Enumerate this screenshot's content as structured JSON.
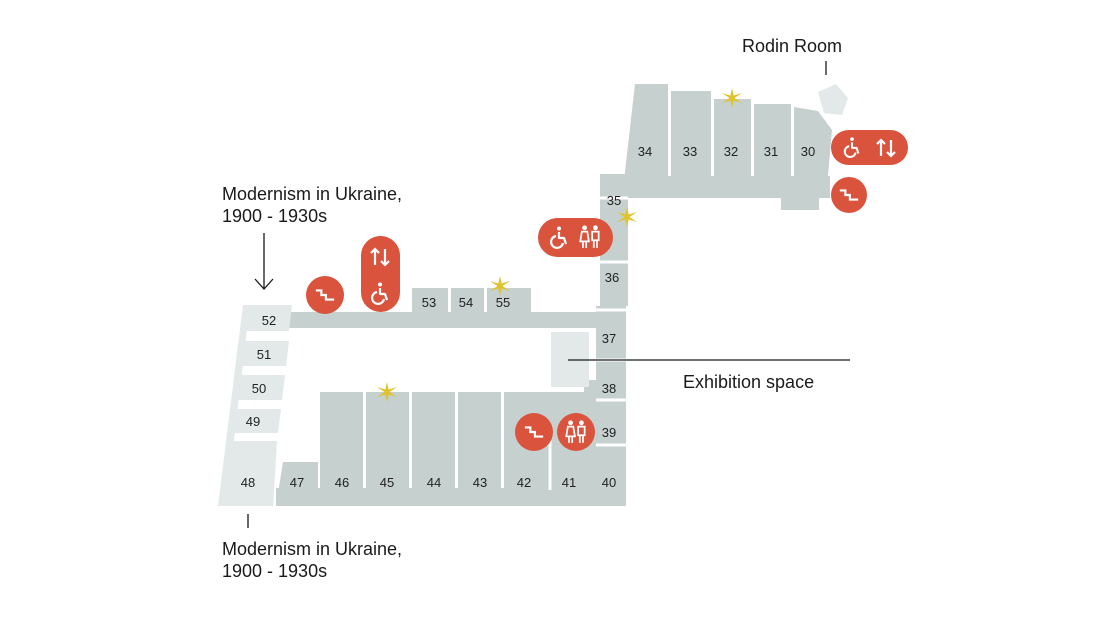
{
  "labels": {
    "rodin_room": "Rodin Room",
    "modernism_top_line1": "Modernism in Ukraine,",
    "modernism_top_line2": "1900 - 1930s",
    "modernism_bottom_line1": "Modernism in Ukraine,",
    "modernism_bottom_line2": "1900 - 1930s",
    "exhibition_space": "Exhibition space"
  },
  "rooms": {
    "r30": "30",
    "r31": "31",
    "r32": "32",
    "r33": "33",
    "r34": "34",
    "r35": "35",
    "r36": "36",
    "r37": "37",
    "r38": "38",
    "r39": "39",
    "r40": "40",
    "r41": "41",
    "r42": "42",
    "r43": "43",
    "r44": "44",
    "r45": "45",
    "r46": "46",
    "r47": "47",
    "r48": "48",
    "r49": "49",
    "r50": "50",
    "r51": "51",
    "r52": "52",
    "r53": "53",
    "r54": "54",
    "r55": "55"
  },
  "colors": {
    "room_fill": "#c5d0cf",
    "highlight_fill": "#e3e9e9",
    "badge_red": "#d9533d",
    "star_yellow": "#e2c22c",
    "text": "#222222"
  },
  "icons": [
    "wheelchair-icon",
    "elevator-icon",
    "stairs-icon",
    "restroom-icon",
    "highlight-star-icon"
  ]
}
